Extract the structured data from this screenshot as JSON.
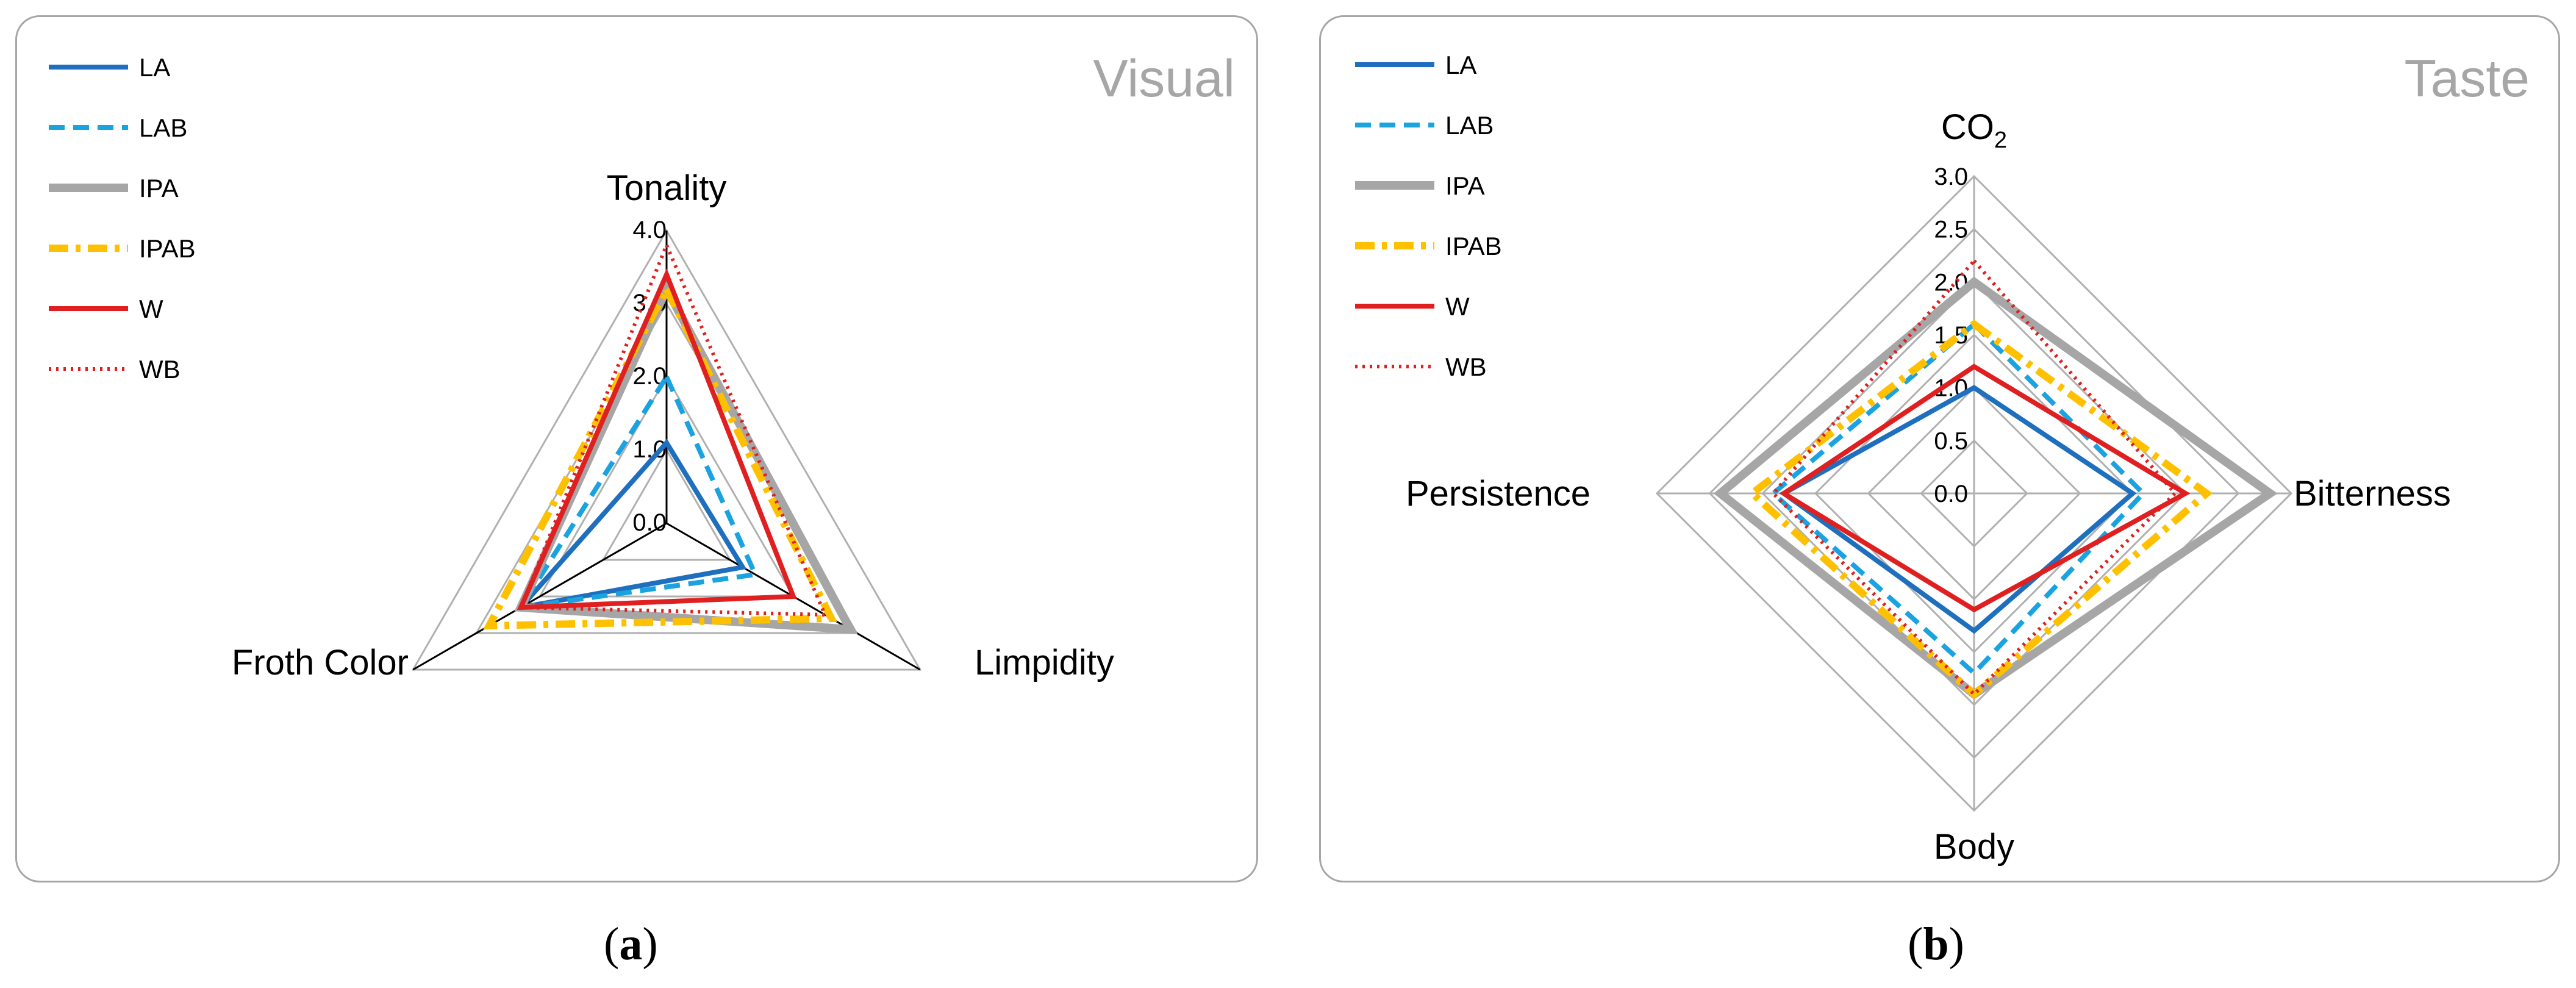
{
  "chart_data": [
    {
      "type": "radar",
      "title": "Visual",
      "axes": [
        "Tonality",
        "Limpidity",
        "Froth Color"
      ],
      "ticks": [
        "0.0",
        "1.0",
        "2.0",
        "3.0",
        "4.0"
      ],
      "range": [
        0,
        4
      ],
      "grid": true,
      "legend_position": "top-left",
      "series": [
        {
          "name": "LA",
          "color": "#1f6fbf",
          "style": "solid",
          "values": [
            1.1,
            1.2,
            2.3
          ]
        },
        {
          "name": "LAB",
          "color": "#1aa3e0",
          "style": "dashed",
          "values": [
            2.0,
            1.4,
            2.3
          ]
        },
        {
          "name": "IPA",
          "color": "#a6a6a6",
          "style": "thick",
          "values": [
            3.2,
            2.9,
            2.3
          ]
        },
        {
          "name": "IPAB",
          "color": "#ffc000",
          "style": "dashdot",
          "values": [
            3.2,
            2.6,
            2.8
          ]
        },
        {
          "name": "W",
          "color": "#e02020",
          "style": "solid",
          "values": [
            3.4,
            2.0,
            2.3
          ]
        },
        {
          "name": "WB",
          "color": "#e02020",
          "style": "dotted",
          "values": [
            3.8,
            2.5,
            2.3
          ]
        }
      ]
    },
    {
      "type": "radar",
      "title": "Taste",
      "axes": [
        "CO2",
        "Bitterness",
        "Body",
        "Persistence"
      ],
      "ticks": [
        "0.0",
        "0.5",
        "1.0",
        "1.5",
        "2.0",
        "2.5",
        "3.0"
      ],
      "range": [
        0,
        3
      ],
      "grid": true,
      "legend_position": "top-left",
      "series": [
        {
          "name": "LA",
          "color": "#1f6fbf",
          "style": "solid",
          "values": [
            1.0,
            1.5,
            1.3,
            1.8
          ]
        },
        {
          "name": "LAB",
          "color": "#1aa3e0",
          "style": "dashed",
          "values": [
            1.6,
            1.6,
            1.7,
            1.9
          ]
        },
        {
          "name": "IPA",
          "color": "#a6a6a6",
          "style": "thick",
          "values": [
            2.0,
            2.8,
            1.9,
            2.4
          ]
        },
        {
          "name": "IPAB",
          "color": "#ffc000",
          "style": "dashdot",
          "values": [
            1.6,
            2.2,
            1.9,
            2.1
          ]
        },
        {
          "name": "W",
          "color": "#e02020",
          "style": "solid",
          "values": [
            1.2,
            2.0,
            1.1,
            1.8
          ]
        },
        {
          "name": "WB",
          "color": "#e02020",
          "style": "dotted",
          "values": [
            2.2,
            1.9,
            1.9,
            1.9
          ]
        }
      ]
    }
  ],
  "captions": {
    "a_open": "(",
    "a_letter": "a",
    "a_close": ")",
    "b_open": "(",
    "b_letter": "b",
    "b_close": ")"
  }
}
